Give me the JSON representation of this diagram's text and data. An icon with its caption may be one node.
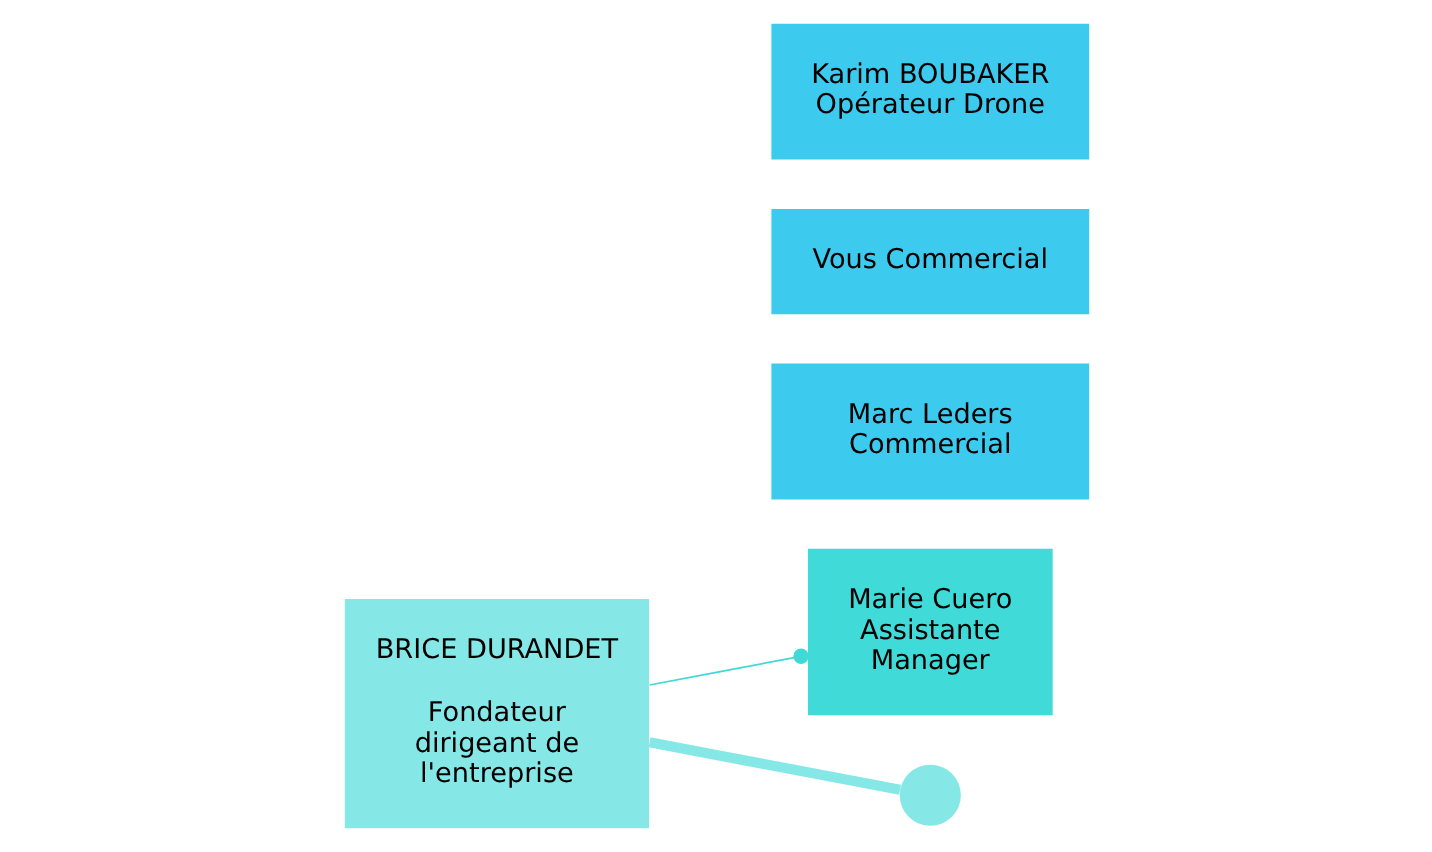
{
  "diagram": {
    "nodes": [
      {
        "text": [
          "BRICE DURANDET",
          "Fondateur dirigeant de l'entreprise"
        ]
      },
      {
        "text": [
          "Marie Cuero Assistante Manager"
        ]
      },
      {
        "text": [
          "Marc Leders Commercial"
        ]
      },
      {
        "text": [
          "Vous Commercial"
        ]
      },
      {
        "text": [
          "Karim BOUBAKER Opérateur Drone"
        ]
      },
      {
        "text": [],
        "shape": "circle"
      }
    ],
    "edges": [
      {
        "from": 0,
        "to": 1,
        "arrow": "other",
        "color": "#40d9d6"
      },
      {
        "from": 0,
        "to": 5,
        "arrow": "none",
        "style": "thick",
        "color": "#86e8e6"
      }
    ]
  }
}
